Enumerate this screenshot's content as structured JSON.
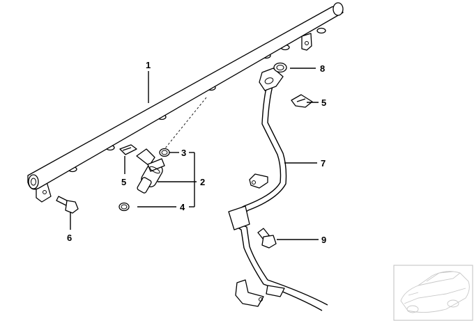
{
  "callouts": {
    "c1": "1",
    "c2": "2",
    "c3": "3",
    "c4": "4",
    "c5a": "5",
    "c5b": "5",
    "c6": "6",
    "c7": "7",
    "c8": "8",
    "c9": "9"
  },
  "colors": {
    "line": "#000000",
    "background": "#ffffff",
    "thumbnail_line": "#c8c8c8"
  },
  "icons": {
    "thumbnail": "car-outline-icon"
  }
}
